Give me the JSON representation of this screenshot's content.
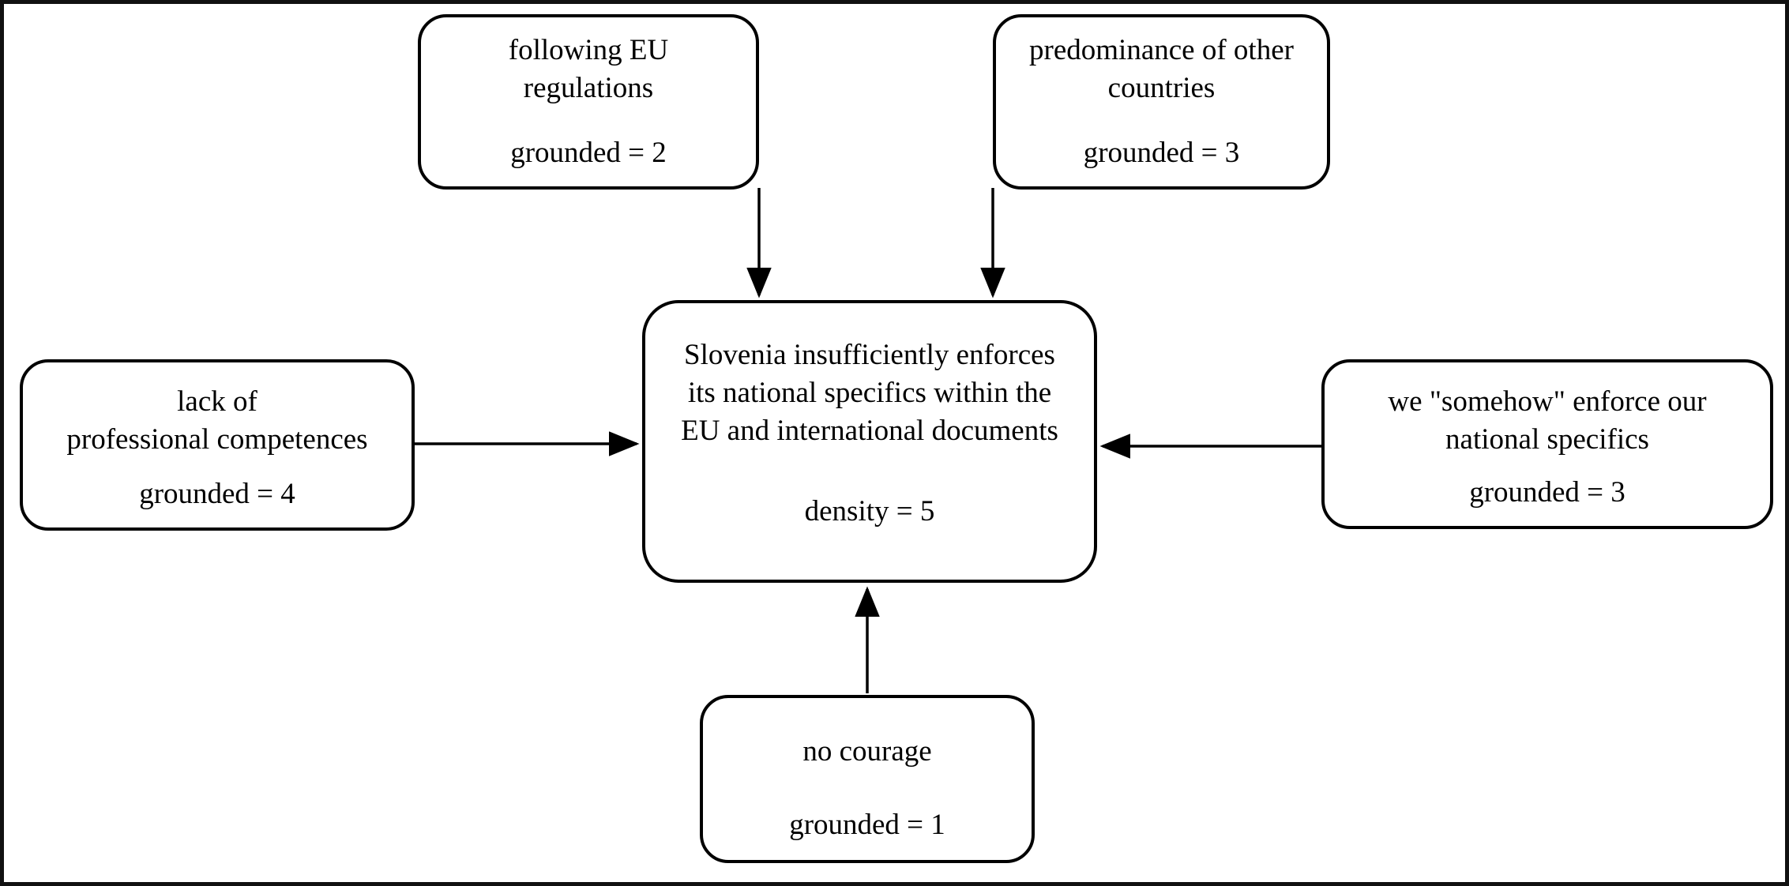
{
  "diagram": {
    "type": "concept-network",
    "background_color": "#ffffff",
    "line_color": "#000000",
    "box_fill": "#ffffff",
    "nodes": [
      {
        "id": "following-eu-regulations",
        "label": "following EU\nregulations",
        "metric": "grounded = 2",
        "position": "top-left"
      },
      {
        "id": "predominance-of-other-countries",
        "label": "predominance of other\ncountries",
        "metric": "grounded = 3",
        "position": "top-right"
      },
      {
        "id": "lack-of-professional-competences",
        "label": "lack of\nprofessional competences",
        "metric": "grounded = 4",
        "position": "left"
      },
      {
        "id": "central-statement",
        "label": "Slovenia insufficiently enforces\nits national specifics within the\nEU and international documents",
        "metric": "density = 5",
        "position": "center"
      },
      {
        "id": "we-somehow-enforce-national-specifics",
        "label": "we \"somehow\" enforce our\nnational specifics",
        "metric": "grounded = 3",
        "position": "right"
      },
      {
        "id": "no-courage",
        "label": "no courage",
        "metric": "grounded = 1",
        "position": "bottom"
      }
    ],
    "edges": [
      {
        "from": "following-eu-regulations",
        "to": "central-statement",
        "style": "arrow"
      },
      {
        "from": "predominance-of-other-countries",
        "to": "central-statement",
        "style": "arrow"
      },
      {
        "from": "lack-of-professional-competences",
        "to": "central-statement",
        "style": "arrow"
      },
      {
        "from": "we-somehow-enforce-national-specifics",
        "to": "central-statement",
        "style": "arrow"
      },
      {
        "from": "no-courage",
        "to": "central-statement",
        "style": "arrow"
      }
    ]
  }
}
